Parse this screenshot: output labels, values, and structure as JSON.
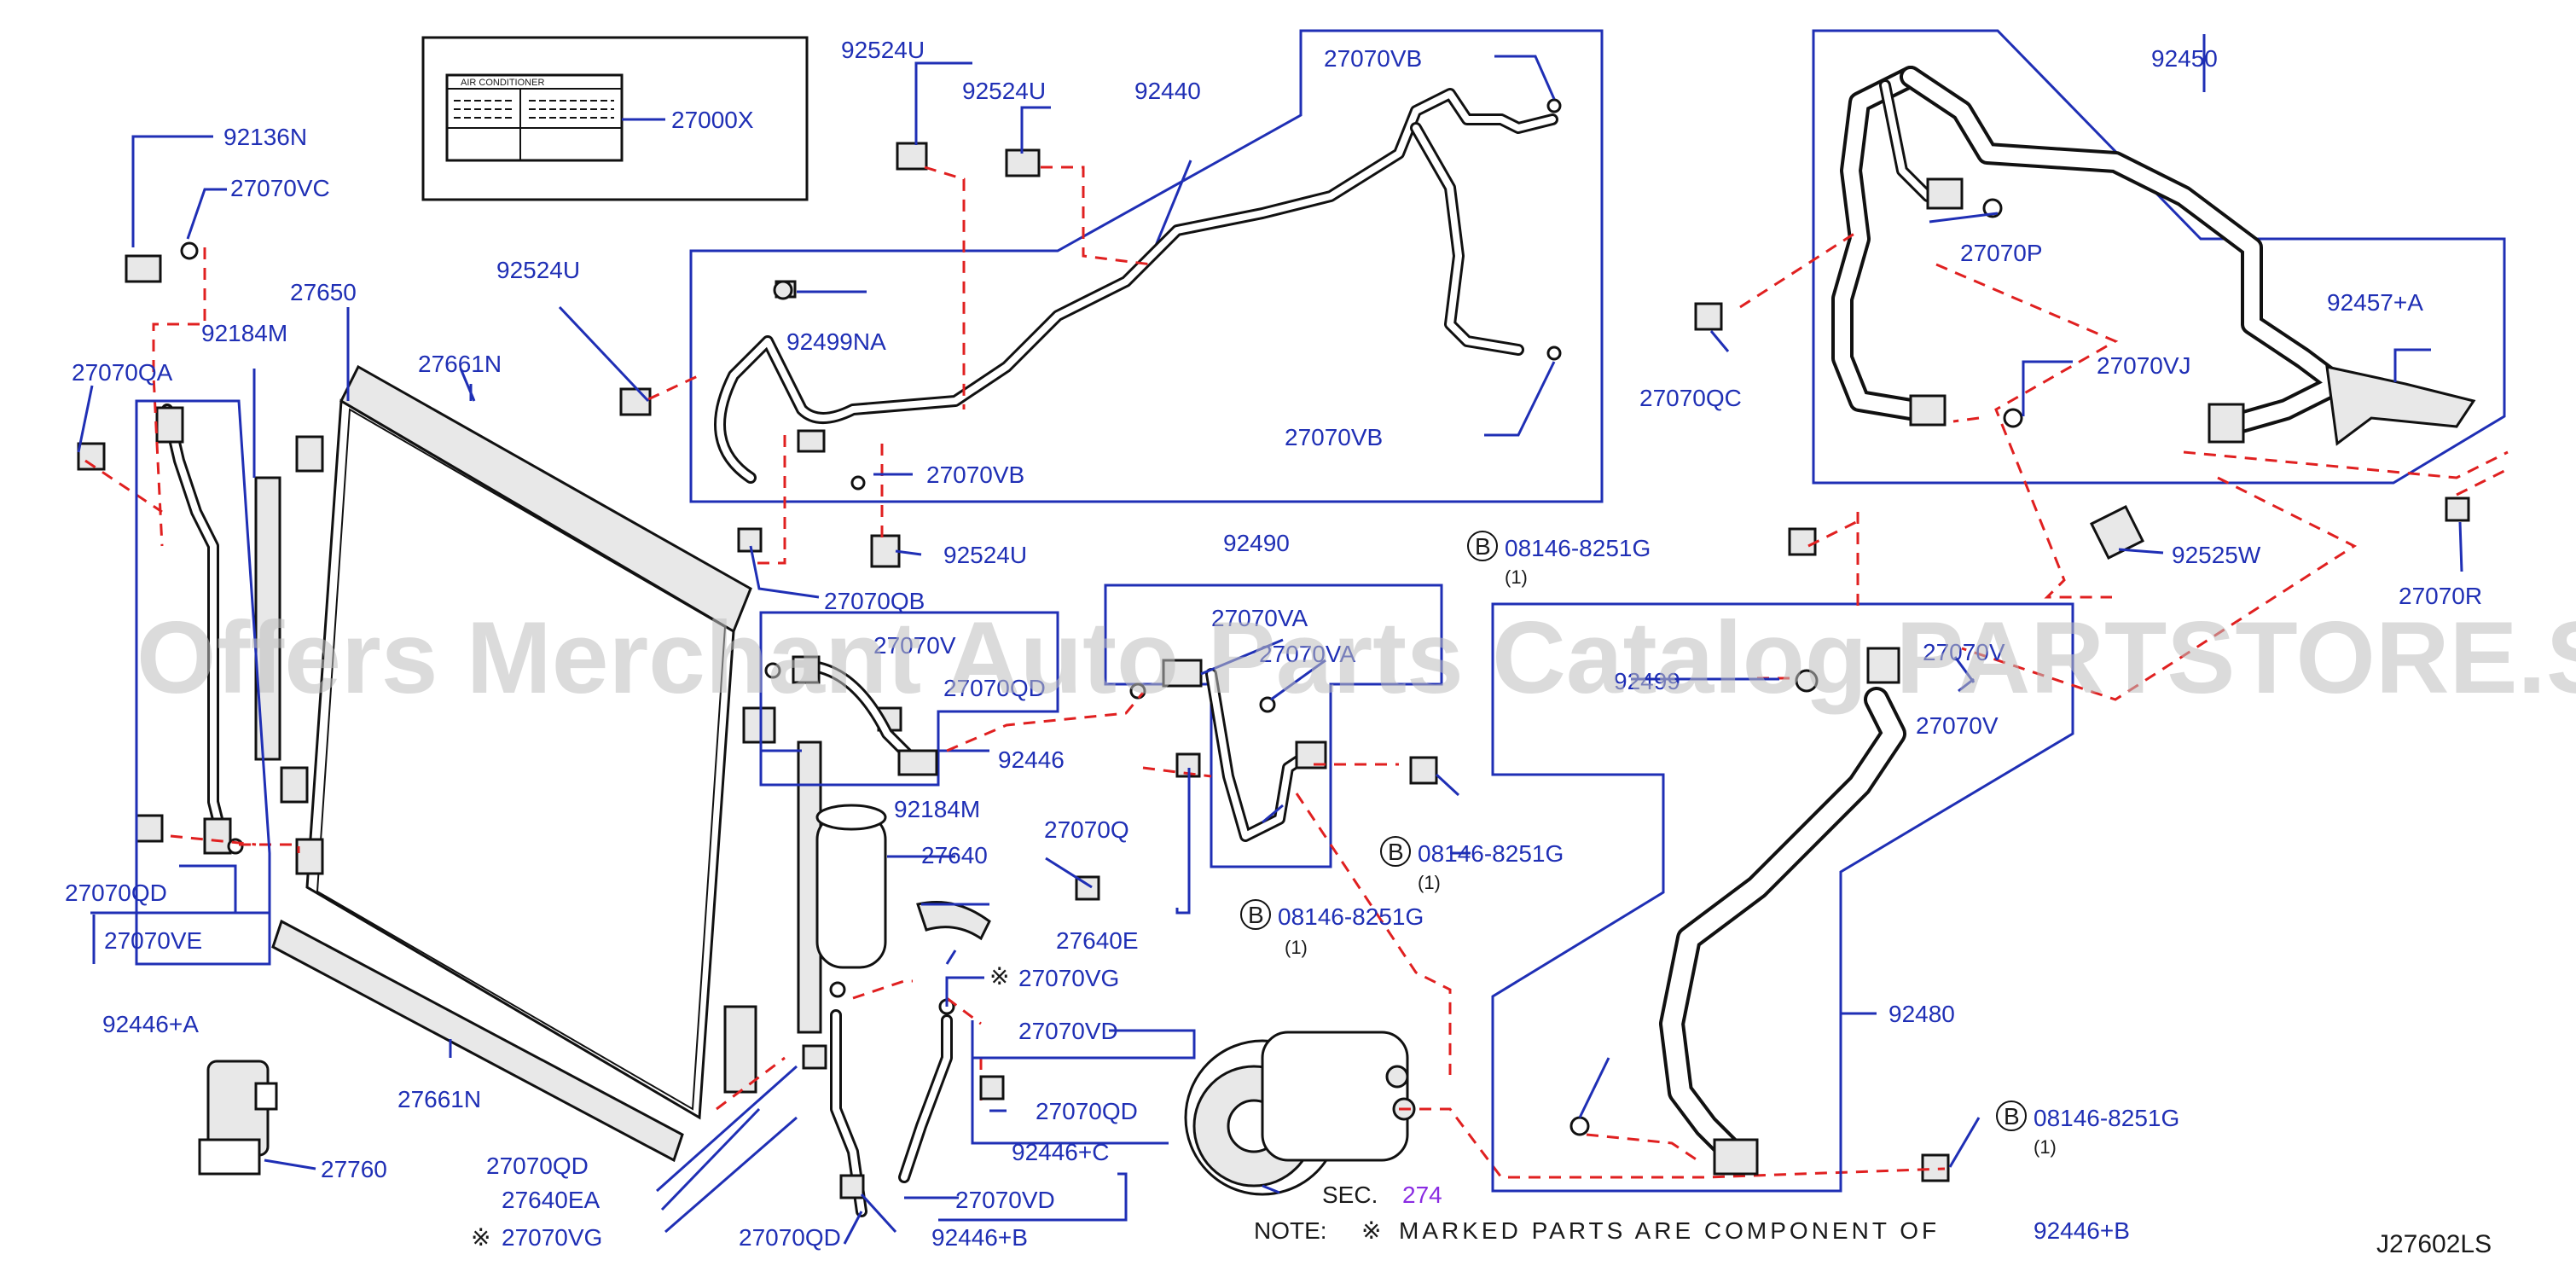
{
  "watermark": "Offers Merchant Auto Parts Catalog PARTSTORE.SA",
  "diagram_code": "J27602LS",
  "note": {
    "prefix": "NOTE:",
    "symbol": "※",
    "text": "MARKED PARTS ARE COMPONENT OF",
    "target": "92446+B"
  },
  "label_plate": {
    "heading": "AIR CONDITIONER",
    "part": "27000X"
  },
  "sec_ref": {
    "prefix": "SEC.",
    "number": "274"
  },
  "bolt_callouts": {
    "symbol": "B",
    "part": "08146-8251G",
    "qty": "(1)"
  },
  "parts": {
    "p92136N": "92136N",
    "p27070VC": "27070VC",
    "p27070QA": "27070QA",
    "p92184M_a": "92184M",
    "p27650": "27650",
    "p27661N_top": "27661N",
    "p92524U_a": "92524U",
    "p92524U_b": "92524U",
    "p92524U_c": "92524U",
    "p92524U_d": "92524U",
    "p92440": "92440",
    "p27070VB_a": "27070VB",
    "p27070VB_b": "27070VB",
    "p27070VB_c": "27070VB",
    "p92499NA": "92499NA",
    "p27070QB": "27070QB",
    "p27070V_a": "27070V",
    "p27070QD_a": "27070QD",
    "p92446": "92446",
    "p92184M_b": "92184M",
    "p27640": "27640",
    "p27070Q": "27070Q",
    "p27640E": "27640E",
    "p27070VG_a": "27070VG",
    "p27070VD_a": "27070VD",
    "p27070QD_b": "27070QD",
    "p92446C": "92446+C",
    "p27070VD_b": "27070VD",
    "p92446B": "92446+B",
    "p27070QD_c": "27070QD",
    "p27070VG_b": "27070VG",
    "p27640EA": "27640EA",
    "p27070QD_d": "27070QD",
    "p27661N_bot": "27661N",
    "p27760": "27760",
    "p27070QD_e": "27070QD",
    "p27070VE": "27070VE",
    "p92446A": "92446+A",
    "p92490": "92490",
    "p27070VA_a": "27070VA",
    "p27070VA_b": "27070VA",
    "p92450": "92450",
    "p27070P": "27070P",
    "p27070QC": "27070QC",
    "p27070VJ": "27070VJ",
    "p92457A": "92457+A",
    "p92525W": "92525W",
    "p27070R": "27070R",
    "p92499": "92499",
    "p27070V_b": "27070V",
    "p27070V_c": "27070V",
    "p92480": "92480"
  }
}
